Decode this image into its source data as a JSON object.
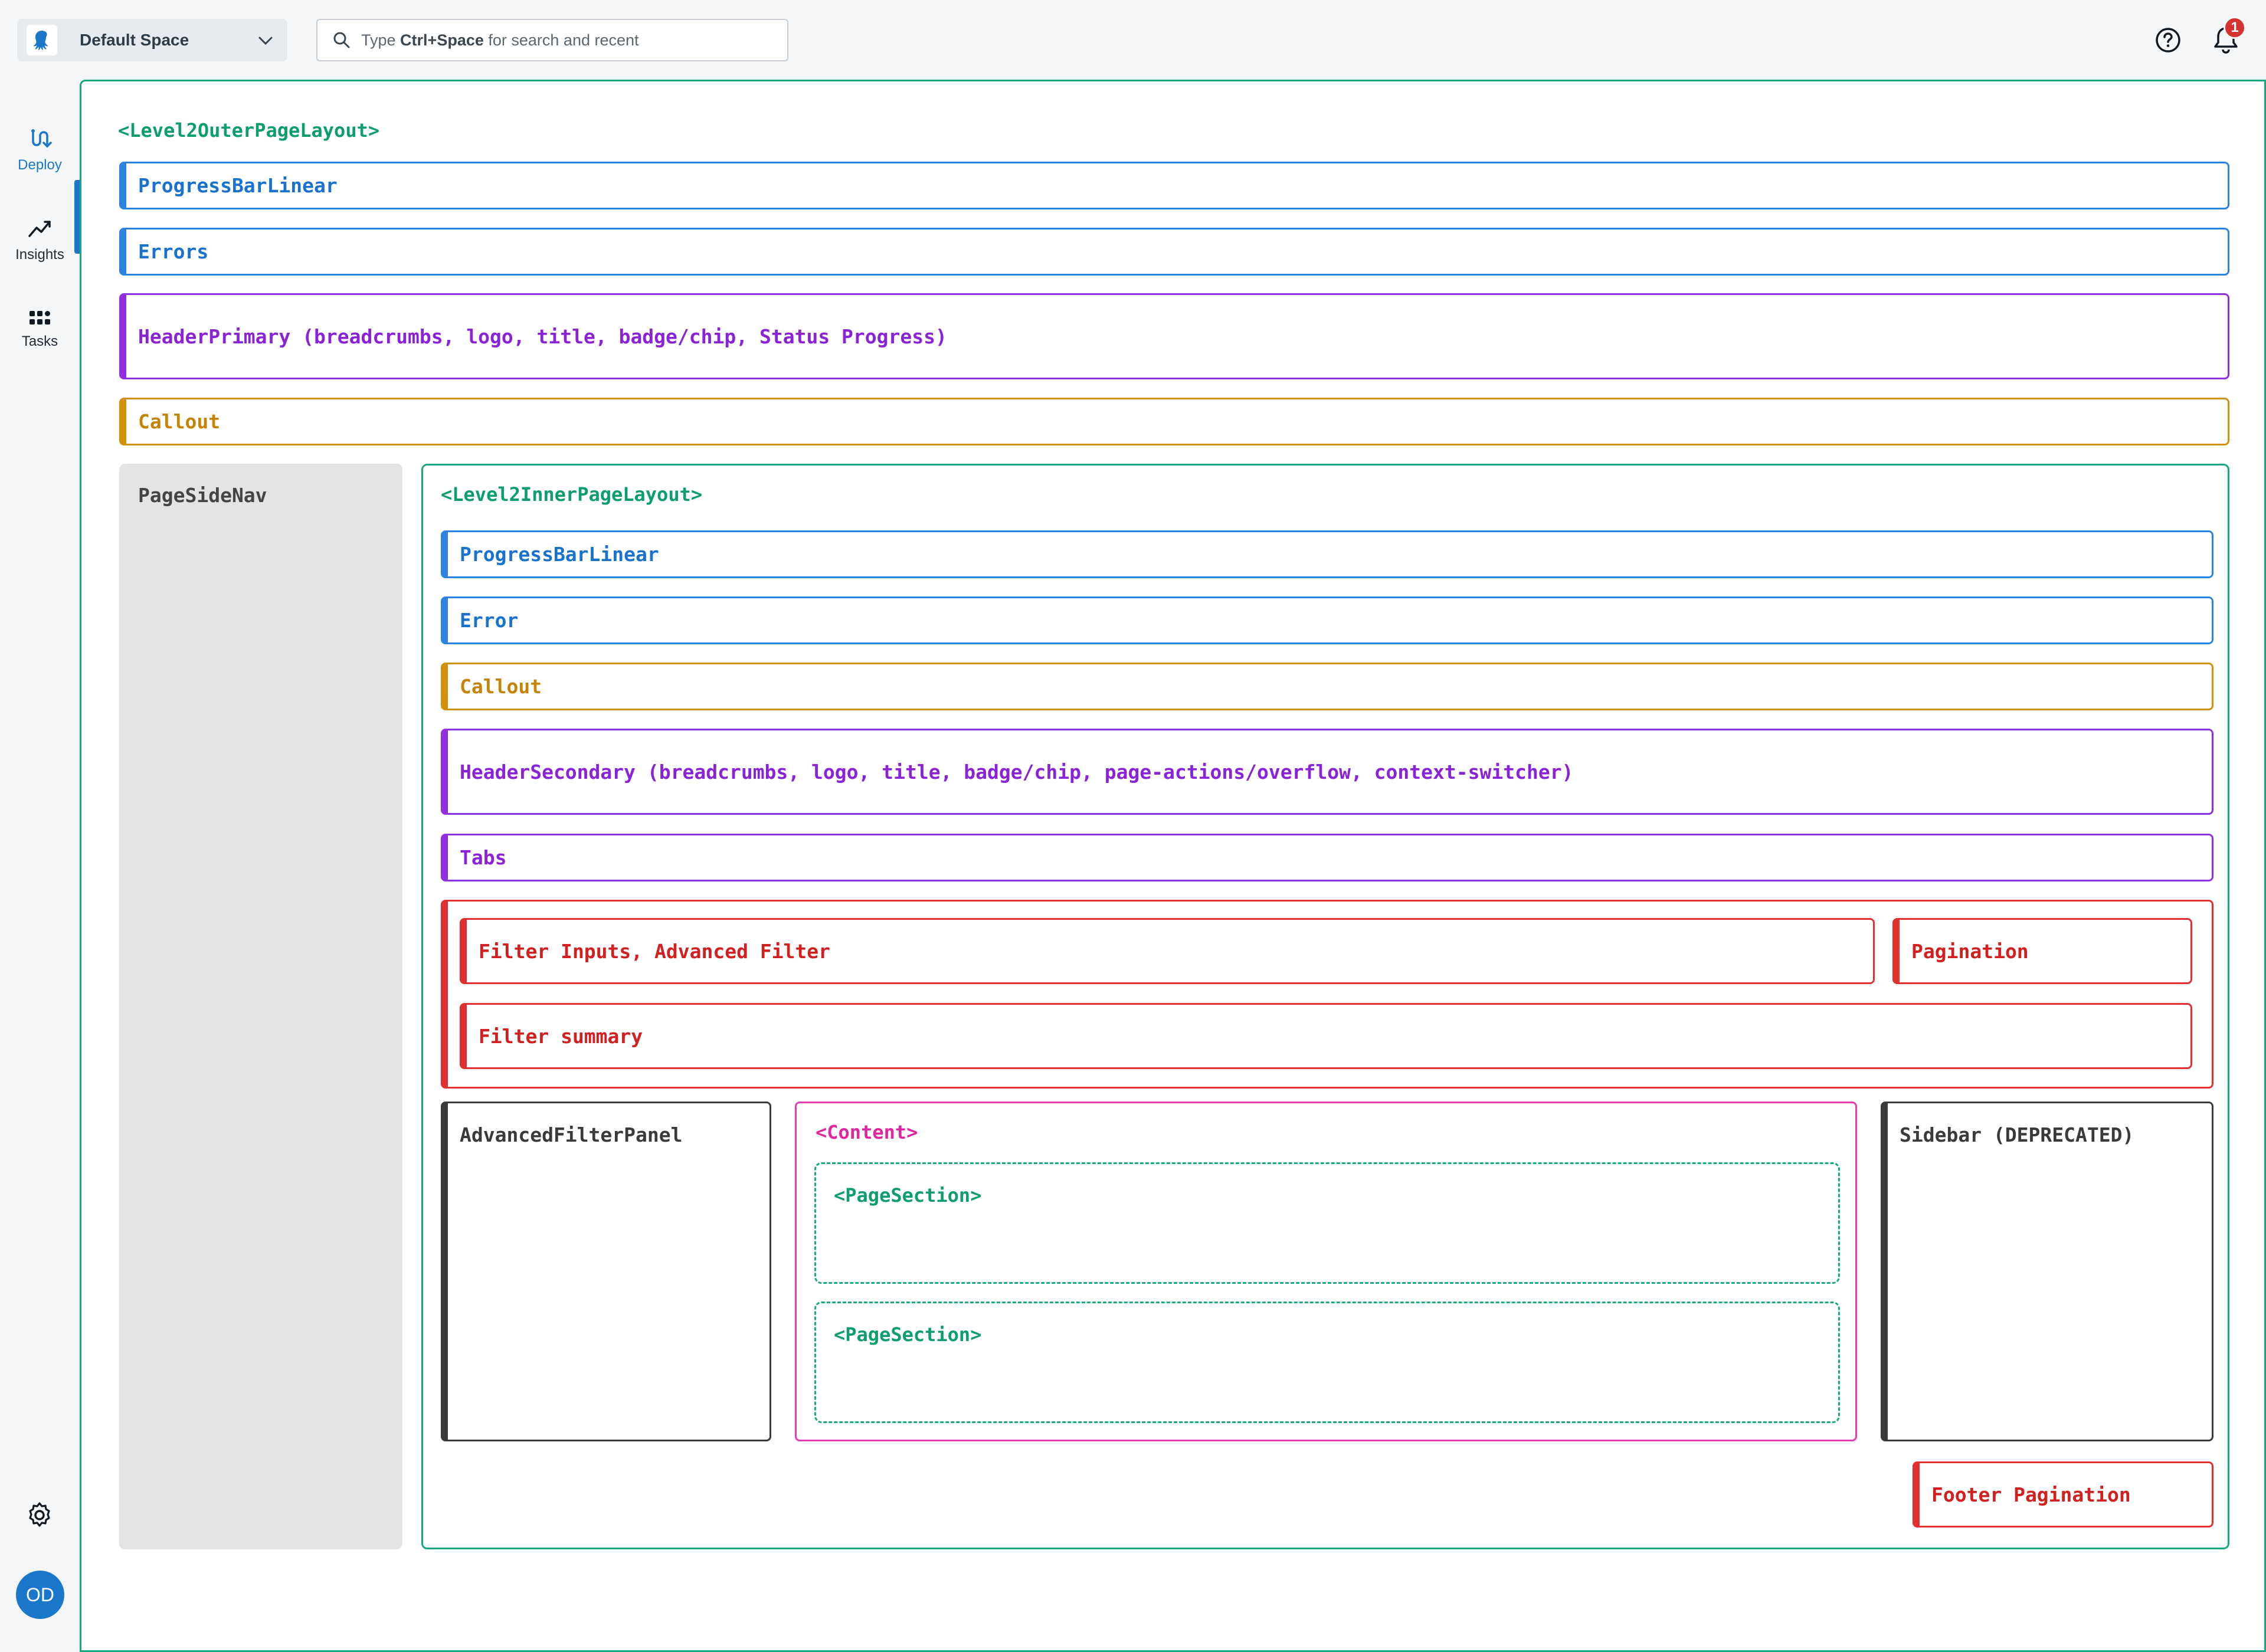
{
  "topbar": {
    "space_name": "Default Space",
    "search_prefix": "Type ",
    "search_shortcut": "Ctrl+Space",
    "search_suffix": " for search and recent",
    "notification_count": "1",
    "icons": [
      "octopus-logo-icon",
      "chevron-down-icon",
      "search-icon",
      "help-icon",
      "bell-icon"
    ]
  },
  "rail": {
    "items": [
      {
        "label": "Deploy",
        "icon": "deploy-icon",
        "active": true
      },
      {
        "label": "Insights",
        "icon": "insights-chart-icon",
        "active": false
      },
      {
        "label": "Tasks",
        "icon": "tasks-grid-icon",
        "active": false
      }
    ],
    "avatar_initials": "OD",
    "accent_color": "#1a77ca"
  },
  "outer_layout": {
    "tag": "<Level2OuterPageLayout>",
    "progress": "ProgressBarLinear",
    "errors": "Errors",
    "header_primary": "HeaderPrimary (breadcrumbs, logo, title, badge/chip, Status Progress)",
    "callout": "Callout",
    "side_nav": "PageSideNav"
  },
  "inner_layout": {
    "tag": "<Level2InnerPageLayout>",
    "progress": "ProgressBarLinear",
    "error": "Error",
    "callout": "Callout",
    "header_secondary": "HeaderSecondary (breadcrumbs, logo, title, badge/chip, page-actions/overflow, context-switcher)",
    "tabs": "Tabs",
    "filter_inputs": "Filter Inputs, Advanced Filter",
    "pagination": "Pagination",
    "filter_summary": "Filter summary",
    "advanced_filter_panel": "AdvancedFilterPanel",
    "content_tag": "<Content>",
    "page_sections": [
      "<PageSection>",
      "<PageSection>"
    ],
    "sidebar": "Sidebar (DEPRECATED)",
    "footer_pagination": "Footer Pagination"
  },
  "colors": {
    "layout_green": "#1aa883",
    "blue": "#2c83e0",
    "purple": "#9030e0",
    "orange": "#d4900a",
    "red": "#e03030",
    "pink": "#e63cb4",
    "dark": "#4d4d4d"
  }
}
